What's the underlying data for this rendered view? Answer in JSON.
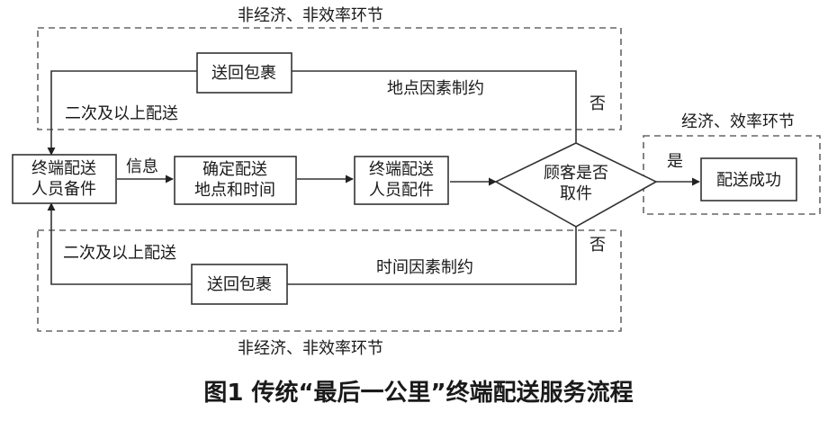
{
  "regions": {
    "top_label": "非经济、非效率环节",
    "bottom_label": "非经济、非效率环节",
    "right_label": "经济、效率环节"
  },
  "nodes": {
    "terminal_prepare": [
      "终端配送",
      "人员备件"
    ],
    "confirm_location": [
      "确定配送",
      "地点和时间"
    ],
    "terminal_deliver": [
      "终端配送",
      "人员配件"
    ],
    "decision": [
      "顾客是否",
      "取件"
    ],
    "success": "配送成功",
    "return_top": "送回包裹",
    "return_bottom": "送回包裹"
  },
  "edges": {
    "info": "信息",
    "yes": "是",
    "no_top": "否",
    "no_bottom": "否",
    "location_constraint": "地点因素制约",
    "time_constraint": "时间因素制约",
    "second_delivery_top": "二次及以上配送",
    "second_delivery_bottom": "二次及以上配送"
  },
  "caption": "图1  传统“最后一公里”终端配送服务流程"
}
